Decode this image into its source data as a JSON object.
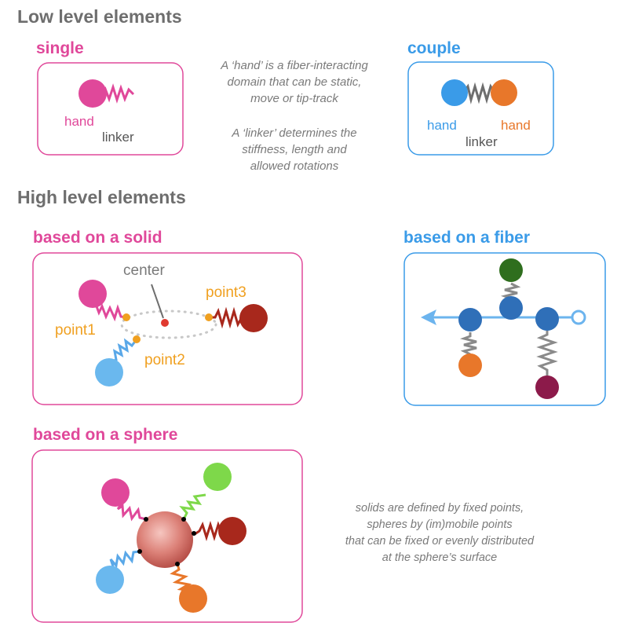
{
  "colors": {
    "pink": "#e0489a",
    "blue": "#3a9be8",
    "gray_heading": "#6e6e6e",
    "orange_label": "#f0a020",
    "dark_red": "#a8281c",
    "light_blue": "#6ab8ee",
    "fiber_blue": "#6cb4ee",
    "green": "#2f6e1e",
    "bright_green": "#7ed84a",
    "maroon": "#8c1a4a",
    "orange_ball": "#e8772a"
  },
  "headings": {
    "low": "Low level elements",
    "high": "High level elements"
  },
  "single": {
    "title": "single",
    "hand_label": "hand",
    "linker_label": "linker"
  },
  "couple": {
    "title": "couple",
    "hand_left_label": "hand",
    "hand_right_label": "hand",
    "linker_label": "linker"
  },
  "notes": {
    "hand_line1": "A ‘hand’ is a fiber-interacting",
    "hand_line2": "domain that can be static,",
    "hand_line3": "move or tip-track",
    "linker_line1": "A ‘linker’ determines the",
    "linker_line2": "stiffness, length and",
    "linker_line3": "allowed rotations",
    "bottom_line1": "solids are defined by fixed points,",
    "bottom_line2": "spheres by (im)mobile points",
    "bottom_line3": "that can be fixed or evenly distributed",
    "bottom_line4": "at the sphere’s surface"
  },
  "solid": {
    "title": "based on a solid",
    "center_label": "center",
    "point1_label": "point1",
    "point2_label": "point2",
    "point3_label": "point3"
  },
  "fiber": {
    "title": "based on a fiber"
  },
  "sphere": {
    "title": "based on a sphere"
  }
}
